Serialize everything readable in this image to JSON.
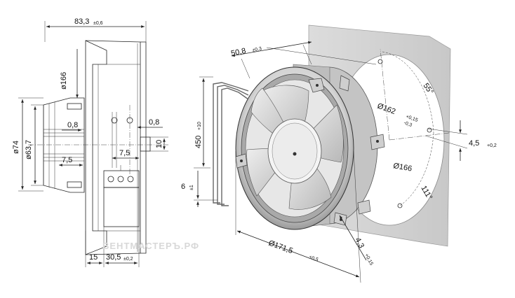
{
  "side_view": {
    "overall_depth": {
      "value": "83,3",
      "tol": "±0,6"
    },
    "hub_diameter": "ø166",
    "motor_diameter": "ø74",
    "inner_diameter": "ø63,7",
    "gap_left": "0,8",
    "gap_right": "0,8",
    "left_offset": "7,5",
    "terminal_offset": "7,5",
    "terminal_height": "10",
    "flange_width": "15",
    "terminal_depth": {
      "value": "30,5",
      "tol": "±0,2"
    }
  },
  "perspective_view": {
    "depth": {
      "value": "50,8",
      "tol": "±0,3"
    },
    "lead_length": {
      "value": "450",
      "tol": "+10"
    },
    "lead_strip": {
      "value": "6",
      "tol": "±1"
    },
    "outer_diameter": {
      "value": "Ø171,5",
      "tol": "±0,5"
    },
    "mount_hole": {
      "value": "4,3",
      "tol": "+0,15"
    }
  },
  "mounting_plate": {
    "angle_top": "55°",
    "angle_bottom": "111°",
    "bolt_circle": {
      "value": "Ø162",
      "tol_up": "+0,15",
      "tol_down": "-0,3"
    },
    "cutout_diameter": "Ø166",
    "hole_size": {
      "value": "4,5",
      "tol": "+0,2"
    }
  },
  "watermark": "ВЕНТМАСТЕРЪ.РФ"
}
